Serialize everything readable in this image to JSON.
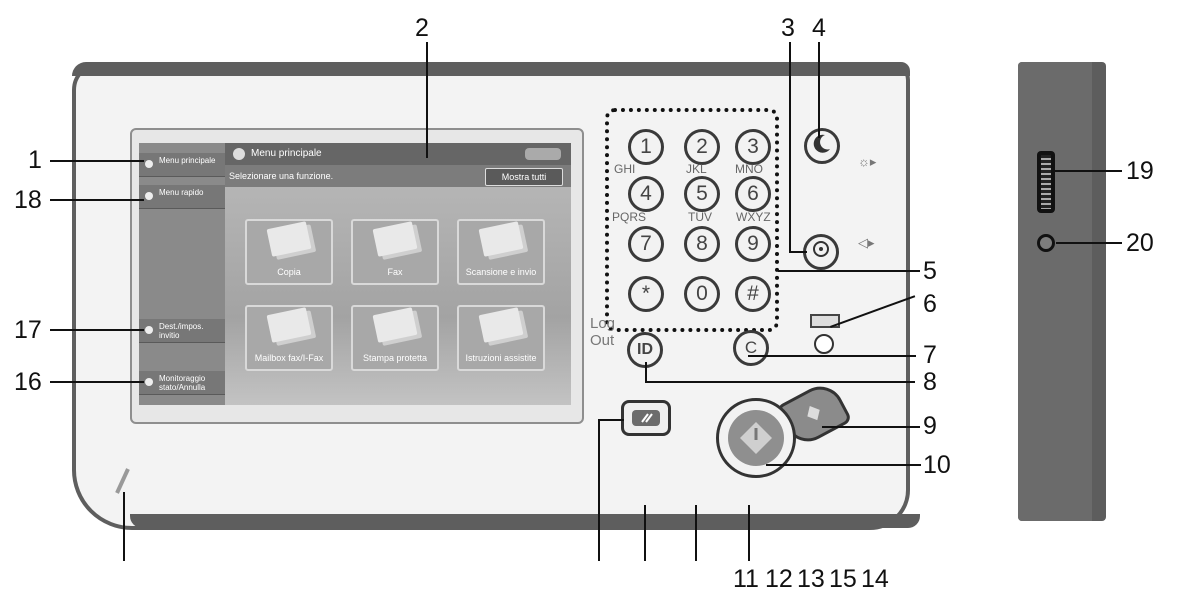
{
  "screen": {
    "sidebar": [
      {
        "label": "Menu principale"
      },
      {
        "label": "Menu rapido"
      },
      {
        "label": "Dest./impos. invitio"
      },
      {
        "label": "Monitoraggio stato/Annulla"
      }
    ],
    "title": "Menu principale",
    "subtitle": "Selezionare una funzione.",
    "show_all": "Mostra tutti",
    "tiles": [
      {
        "label": "Copia"
      },
      {
        "label": "Fax"
      },
      {
        "label": "Scansione e invio"
      },
      {
        "label": "Mailbox fax/I-Fax"
      },
      {
        "label": "Stampa protetta"
      },
      {
        "label": "Istruzioni assistite"
      }
    ]
  },
  "keypad": {
    "keys": [
      "1",
      "2",
      "3",
      "4",
      "5",
      "6",
      "7",
      "8",
      "9",
      "*",
      "0",
      "#"
    ],
    "letters": [
      "GHI",
      "JKL",
      "MNO",
      "PQRS",
      "TUV",
      "WXYZ"
    ]
  },
  "controls": {
    "log_out": "Log Out",
    "id_key": "ID",
    "clear_key": "C"
  },
  "callouts": [
    "1",
    "2",
    "3",
    "4",
    "5",
    "6",
    "7",
    "8",
    "9",
    "10",
    "11",
    "12",
    "13",
    "14",
    "15",
    "16",
    "17",
    "18",
    "19",
    "20"
  ],
  "icons": {
    "energy_saver": "moon-icon",
    "settings": "gear-icon",
    "reset": "reset-icon",
    "start": "start-icon",
    "stop": "stop-icon",
    "brightness": "sun-icon",
    "volume": "speaker-icon"
  }
}
